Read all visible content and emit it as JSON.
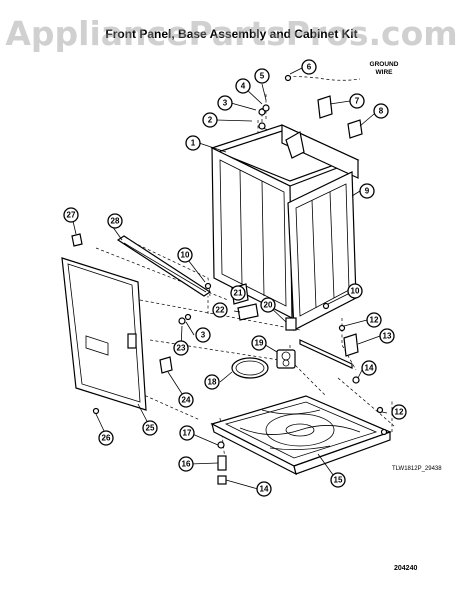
{
  "watermark": "AppliancePartsPros.com",
  "title": "Front Panel, Base Assembly and Cabinet Kit",
  "ground_wire_label": "GROUND\nWIRE",
  "reference_code": "TLW1812P_29438",
  "page_code": "204240",
  "callouts": [
    "1",
    "2",
    "3",
    "4",
    "5",
    "6",
    "7",
    "8",
    "9",
    "10",
    "20",
    "21",
    "22",
    "23",
    "24",
    "25",
    "26",
    "27",
    "28",
    "3",
    "10",
    "12",
    "13",
    "14",
    "15",
    "16",
    "17",
    "18",
    "19",
    "14",
    "12"
  ]
}
